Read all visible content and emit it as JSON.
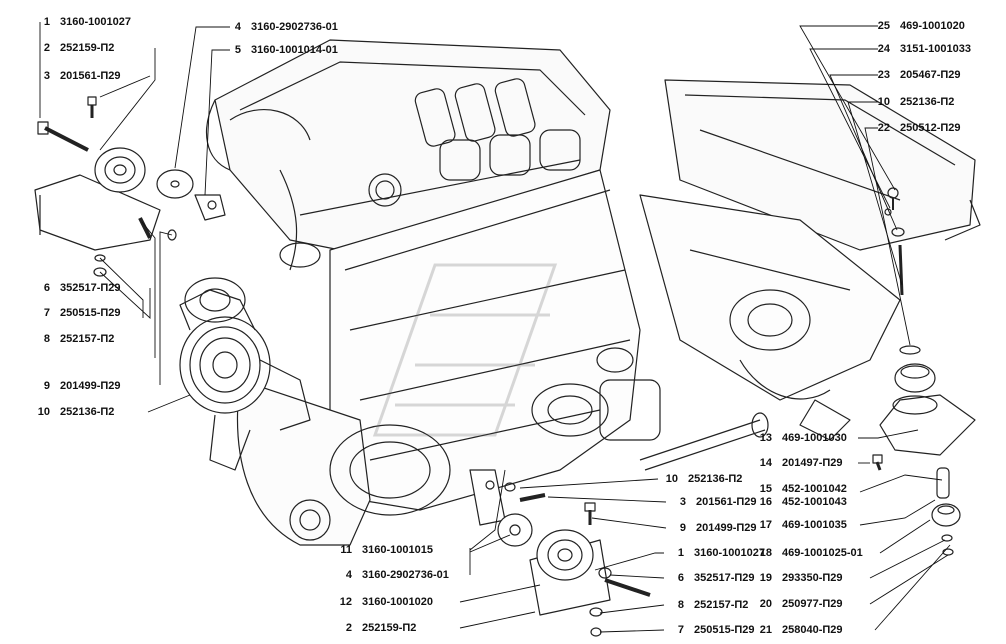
{
  "left_callouts": [
    {
      "num": "1",
      "code": "3160-1001027"
    },
    {
      "num": "2",
      "code": "252159-П2"
    },
    {
      "num": "3",
      "code": "201561-П29"
    },
    {
      "num": "6",
      "code": "352517-П29"
    },
    {
      "num": "7",
      "code": "250515-П29"
    },
    {
      "num": "8",
      "code": "252157-П2"
    },
    {
      "num": "9",
      "code": "201499-П29"
    },
    {
      "num": "10",
      "code": "252136-П2"
    }
  ],
  "top_center_callouts": [
    {
      "num": "4",
      "code": "3160-2902736-01"
    },
    {
      "num": "5",
      "code": "3160-1001014-01"
    }
  ],
  "top_right_callouts": [
    {
      "num": "25",
      "code": "469-1001020"
    },
    {
      "num": "24",
      "code": "3151-1001033"
    },
    {
      "num": "23",
      "code": "205467-П29"
    },
    {
      "num": "10",
      "code": "252136-П2"
    },
    {
      "num": "22",
      "code": "250512-П29"
    }
  ],
  "bottom_center_callouts": [
    {
      "num": "10",
      "code": "252136-П2"
    },
    {
      "num": "3",
      "code": "201561-П29"
    },
    {
      "num": "9",
      "code": "201499-П29"
    },
    {
      "num": "1",
      "code": "3160-1001027"
    },
    {
      "num": "6",
      "code": "352517-П29"
    },
    {
      "num": "8",
      "code": "252157-П2"
    },
    {
      "num": "7",
      "code": "250515-П29"
    }
  ],
  "bottom_left_callouts": [
    {
      "num": "11",
      "code": "3160-1001015"
    },
    {
      "num": "4",
      "code": "3160-2902736-01"
    },
    {
      "num": "12",
      "code": "3160-1001020"
    },
    {
      "num": "2",
      "code": "252159-П2"
    }
  ],
  "bottom_right_callouts": [
    {
      "num": "13",
      "code": "469-1001030"
    },
    {
      "num": "14",
      "code": "201497-П29"
    },
    {
      "num": "15",
      "code": "452-1001042"
    },
    {
      "num": "16",
      "code": "452-1001043"
    },
    {
      "num": "17",
      "code": "469-1001035"
    },
    {
      "num": "18",
      "code": "469-1001025-01"
    },
    {
      "num": "19",
      "code": "293350-П29"
    },
    {
      "num": "20",
      "code": "250977-П29"
    },
    {
      "num": "21",
      "code": "258040-П29"
    }
  ]
}
